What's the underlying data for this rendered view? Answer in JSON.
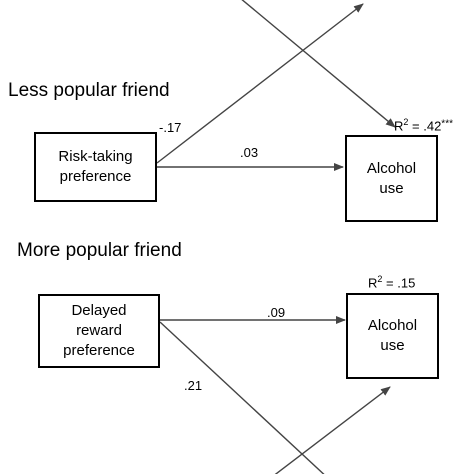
{
  "top_panel": {
    "title": "Less popular friend",
    "predictor": {
      "lines": [
        "Risk-taking",
        "preference"
      ]
    },
    "outcome": {
      "lines": [
        "Alcohol",
        "use"
      ]
    },
    "coef_cross": "-.17",
    "coef_direct": ".03",
    "r_squared": {
      "label": "R",
      "sup": "2",
      "value": " = .42",
      "stars": "***"
    }
  },
  "bottom_panel": {
    "title": "More popular friend",
    "predictor": {
      "lines": [
        "Delayed",
        "reward",
        "preference"
      ]
    },
    "outcome": {
      "lines": [
        "Alcohol",
        "use"
      ]
    },
    "coef_direct": ".09",
    "coef_cross": ".21",
    "r_squared": {
      "label": "R",
      "sup": "2",
      "value": " = .15"
    }
  },
  "colors": {
    "ink": "#000000",
    "line": "#444444",
    "background": "#ffffff"
  }
}
